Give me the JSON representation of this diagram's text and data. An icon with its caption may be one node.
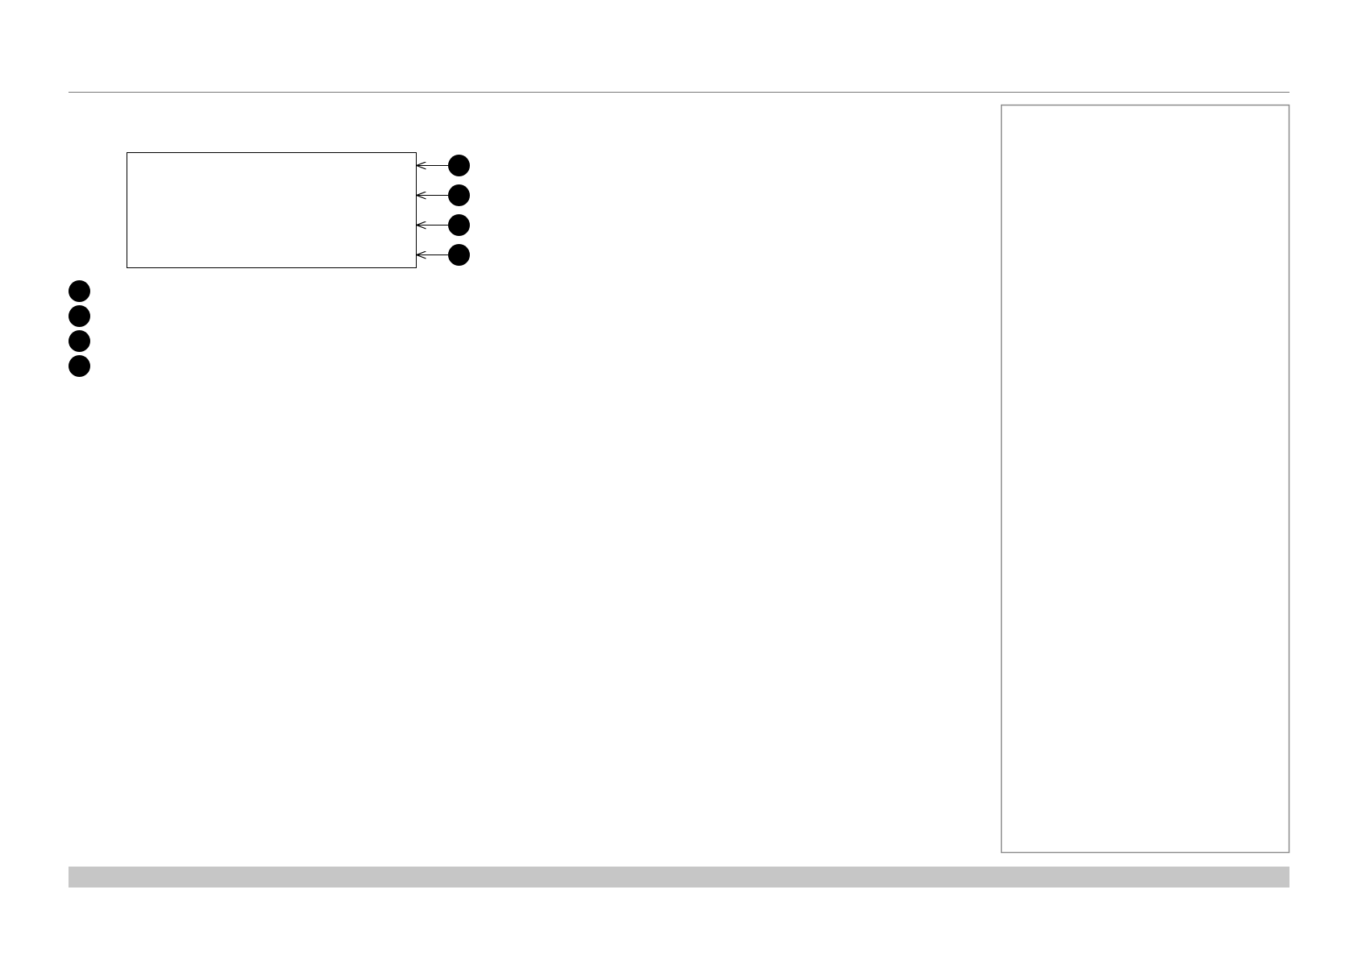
{
  "diagram": {
    "nodes": [
      {
        "text": [],
        "shape": "box"
      },
      {
        "text": [],
        "shape": "circle"
      },
      {
        "text": [],
        "shape": "circle"
      },
      {
        "text": [],
        "shape": "circle"
      },
      {
        "text": [],
        "shape": "circle"
      },
      {
        "text": [],
        "shape": "circle"
      },
      {
        "text": [],
        "shape": "circle"
      },
      {
        "text": [],
        "shape": "circle"
      },
      {
        "text": [],
        "shape": "circle"
      }
    ],
    "edges": [
      {
        "from": 1,
        "to": 0,
        "arrow": "to"
      },
      {
        "from": 2,
        "to": 0,
        "arrow": "to"
      },
      {
        "from": 3,
        "to": 0,
        "arrow": "to"
      },
      {
        "from": 4,
        "to": 0,
        "arrow": "to"
      }
    ]
  }
}
